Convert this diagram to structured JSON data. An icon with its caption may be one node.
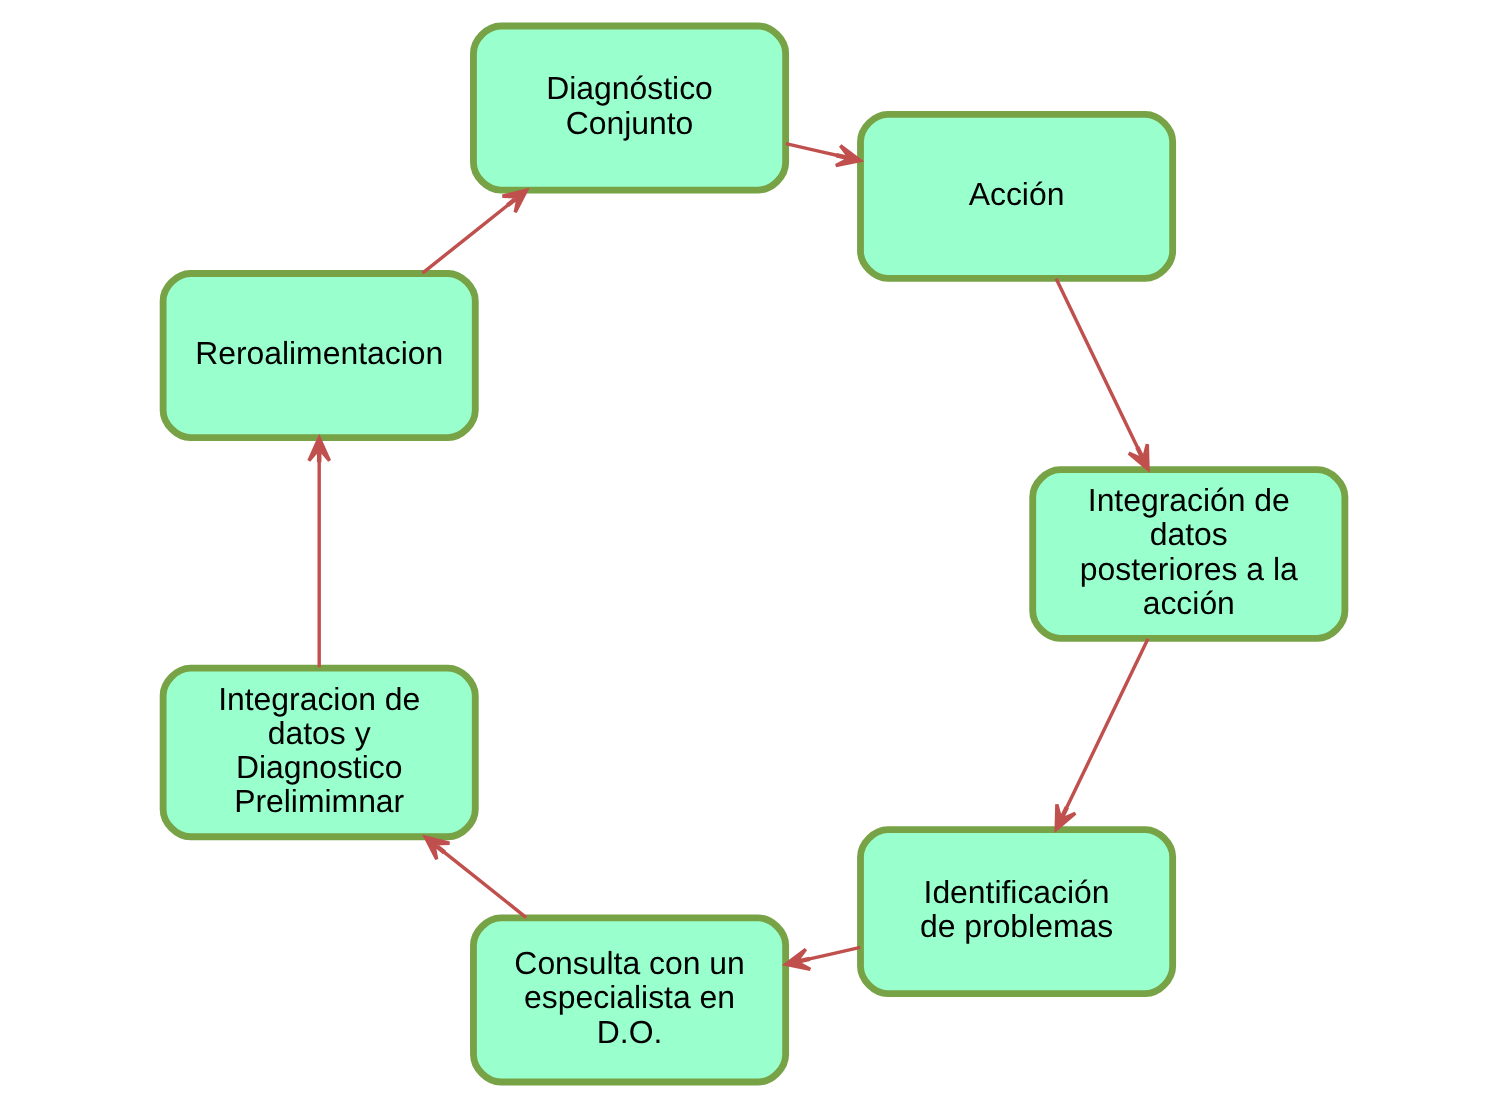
{
  "diagram": {
    "nodes": [
      {
        "text": [
          "Identificación de problemas"
        ]
      },
      {
        "text": [
          "Consulta con un especialista en D.O."
        ]
      },
      {
        "text": [
          "Integracion de datos y Diagnostico Prelimimnar"
        ]
      },
      {
        "text": [
          "Reroalimentacion"
        ]
      },
      {
        "text": [
          "Diagnóstico Conjunto"
        ]
      },
      {
        "text": [
          "Acción"
        ]
      },
      {
        "text": [
          "Integración de datos posteriores a la acción"
        ]
      }
    ],
    "edges": [
      {
        "from": 0,
        "to": 1,
        "arrow": "to"
      },
      {
        "from": 1,
        "to": 2,
        "arrow": "to"
      },
      {
        "from": 2,
        "to": 3,
        "arrow": "to"
      },
      {
        "from": 3,
        "to": 4,
        "arrow": "to"
      },
      {
        "from": 4,
        "to": 5,
        "arrow": "to"
      },
      {
        "from": 5,
        "to": 6,
        "arrow": "to"
      },
      {
        "from": 6,
        "to": 0,
        "arrow": "to"
      }
    ]
  }
}
